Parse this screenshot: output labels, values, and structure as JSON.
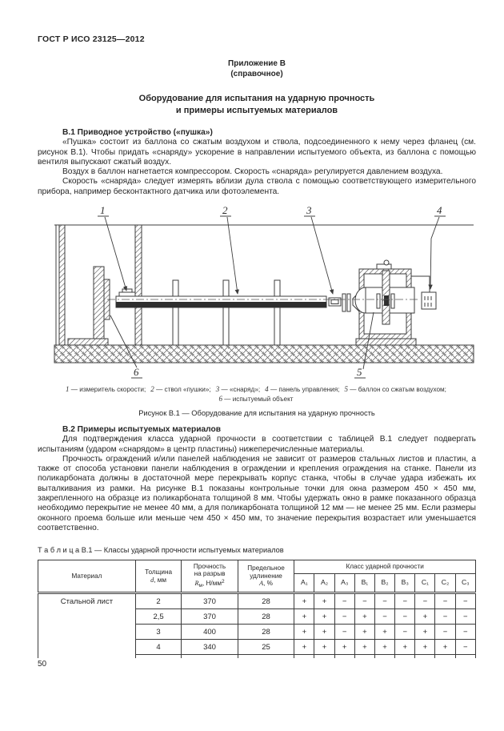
{
  "colors": {
    "ink": "#2e2e2e",
    "paper": "#ffffff"
  },
  "page": {
    "doc_code": "ГОСТ Р ИСО 23125—2012",
    "page_number": "50"
  },
  "appendix": {
    "label": "Приложение В",
    "note": "(справочное)"
  },
  "title": {
    "line1": "Оборудование для испытания на ударную прочность",
    "line2": "и примеры испытуемых материалов"
  },
  "b1": {
    "heading": "В.1 Приводное устройство («пушка»)",
    "p1": "«Пушка» состоит из баллона со сжатым воздухом и ствола, подсоединенного к нему через фланец (см. рисунок В.1). Чтобы придать «снаряду» ускорение в направлении испытуемого объекта, из баллона с помощью вентиля выпускают сжатый воздух.",
    "p2": "Воздух в баллон нагнетается компрессором. Скорость «снаряда» регулируется давлением воздуха.",
    "p3": "Скорость «снаряда» следует измерять вблизи дула ствола с помощью соответствующего измерительного прибора, например бесконтактного датчика или фотоэлемента."
  },
  "figure": {
    "callouts": {
      "c1": "1",
      "c2": "2",
      "c3": "3",
      "c4": "4",
      "c5": "5",
      "c6": "6"
    },
    "legend": {
      "i1n": "1",
      "i1t": " — измеритель скорости;",
      "i2n": "2",
      "i2t": " — ствол «пушки»;",
      "i3n": "3",
      "i3t": " — «снаряд»;",
      "i4n": "4",
      "i4t": " — панель управления;",
      "i5n": "5",
      "i5t": " — баллон со сжатым воздухом;",
      "i6n": "6",
      "i6t": " — испытуемый объект"
    },
    "caption": "Рисунок В.1 — Оборудование для испытания на ударную прочность"
  },
  "b2": {
    "heading": "В.2 Примеры испытуемых материалов",
    "p1": "Для подтверждения класса ударной прочности в соответствии с таблицей В.1 следует подвергать испытаниям (ударом «снарядом» в центр пластины) нижеперечисленные материалы.",
    "p2": "Прочность ограждений и/или панелей наблюдения не зависит от размеров стальных листов и пластин, а также от способа установки панели наблюдения в ограждении и крепления ограждения на станке. Панели из поликарбоната должны в достаточной мере перекрывать корпус станка, чтобы в случае удара избежать их выталкивания из рамки. На рисунке В.1 показаны контрольные точки для окна размером 450 × 450 мм, закрепленного на образце из поликарбоната толщиной 8 мм. Чтобы удержать окно в рамке показанного образца необходимо перекрытие не менее 40 мм, а для поликарбоната толщиной 12 мм — не менее 25 мм. Если размеры оконного проема больше или меньше чем 450 × 450 мм, то значение перекрытия возрастает или уменьшается соответственно."
  },
  "table": {
    "label": "Т а б л и ц а  В.1 — Классы ударной прочности испытуемых материалов",
    "headers": {
      "material": "Материал",
      "thickness_1": "Толщина",
      "thickness_var": "d",
      "thickness_unit": ", мм",
      "strength_1": "Прочность",
      "strength_2": "на разрыв",
      "strength_var": "R",
      "strength_sub": "м",
      "strength_unit": ", Н/мм",
      "strength_sup": "2",
      "elong_1": "Предельное",
      "elong_2": "удлинение",
      "elong_var": "А",
      "elong_unit": ", %",
      "class_group": "Класс ударной прочности",
      "class_cols": [
        "А₁",
        "А₂",
        "А₃",
        "В₁",
        "В₂",
        "В₃",
        "С₁",
        "С₂",
        "С₃"
      ]
    },
    "rows": [
      {
        "material": "Стальной лист",
        "thickness": "2",
        "strength": "370",
        "elongation": "28",
        "classes": [
          "+",
          "+",
          "−",
          "−",
          "−",
          "−",
          "−",
          "−",
          "−"
        ]
      },
      {
        "material": "",
        "thickness": "2,5",
        "strength": "370",
        "elongation": "28",
        "classes": [
          "+",
          "+",
          "−",
          "+",
          "−",
          "−",
          "+",
          "−",
          "−"
        ]
      },
      {
        "material": "",
        "thickness": "3",
        "strength": "400",
        "elongation": "28",
        "classes": [
          "+",
          "+",
          "−",
          "+",
          "+",
          "−",
          "+",
          "−",
          "−"
        ]
      },
      {
        "material": "",
        "thickness": "4",
        "strength": "340",
        "elongation": "25",
        "classes": [
          "+",
          "+",
          "+",
          "+",
          "+",
          "+",
          "+",
          "+",
          "−"
        ]
      }
    ]
  }
}
